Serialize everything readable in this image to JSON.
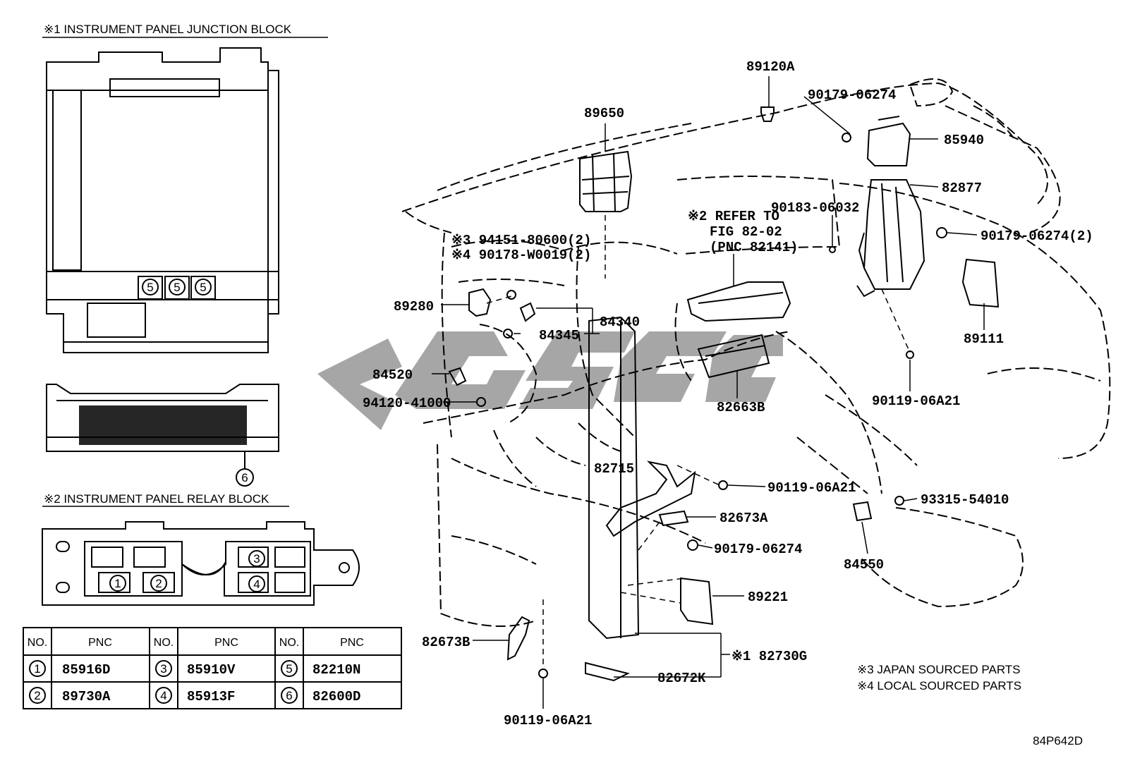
{
  "headers": {
    "junction_block": "※1 INSTRUMENT PANEL JUNCTION BLOCK",
    "relay_block": "※2 INSTRUMENT PANEL RELAY BLOCK"
  },
  "junction_block_markers": {
    "five": "5",
    "six": "6"
  },
  "relay_block_markers": {
    "one": "1",
    "two": "2",
    "three": "3",
    "four": "4"
  },
  "table": {
    "headers": [
      "NO.",
      "PNC",
      "NO.",
      "PNC",
      "NO.",
      "PNC"
    ],
    "rows": [
      [
        "1",
        "85916D",
        "3",
        "85910V",
        "5",
        "82210N"
      ],
      [
        "2",
        "89730A",
        "4",
        "85913F",
        "6",
        "82600D"
      ]
    ]
  },
  "parts": {
    "p89120A": "89120A",
    "p90179_06274_top": "90179-06274",
    "p89650": "89650",
    "p85940": "85940",
    "p82877": "82877",
    "p90183_06032": "90183-06032",
    "p90179_06274_2": "90179-06274(2)",
    "p89111": "89111",
    "ref_line1": "※2 REFER TO",
    "ref_line2": "FIG 82-02",
    "ref_line3": "(PNC 82141)",
    "p94151": "※3 94151-80600(2)",
    "p90178": "※4 90178-W0019(2)",
    "p89280": "89280",
    "p84340": "84340",
    "p84345": "84345",
    "p84520": "84520",
    "p94120": "94120-41000",
    "p82663B": "82663B",
    "p90119_06A21_right": "90119-06A21",
    "p82715": "82715",
    "p90119_06A21_mid": "90119-06A21",
    "p82673A": "82673A",
    "p93315": "93315-54010",
    "p90179_06274_low": "90179-06274",
    "p84550": "84550",
    "p89221": "89221",
    "p82673B": "82673B",
    "p82730G": "※1 82730G",
    "p82672K": "82672K",
    "p90119_06A21_bottom": "90119-06A21"
  },
  "notes": {
    "japan": "※3 JAPAN SOURCED PARTS",
    "local": "※4 LOCAL SOURCED PARTS"
  },
  "figure_code": "84P642D"
}
